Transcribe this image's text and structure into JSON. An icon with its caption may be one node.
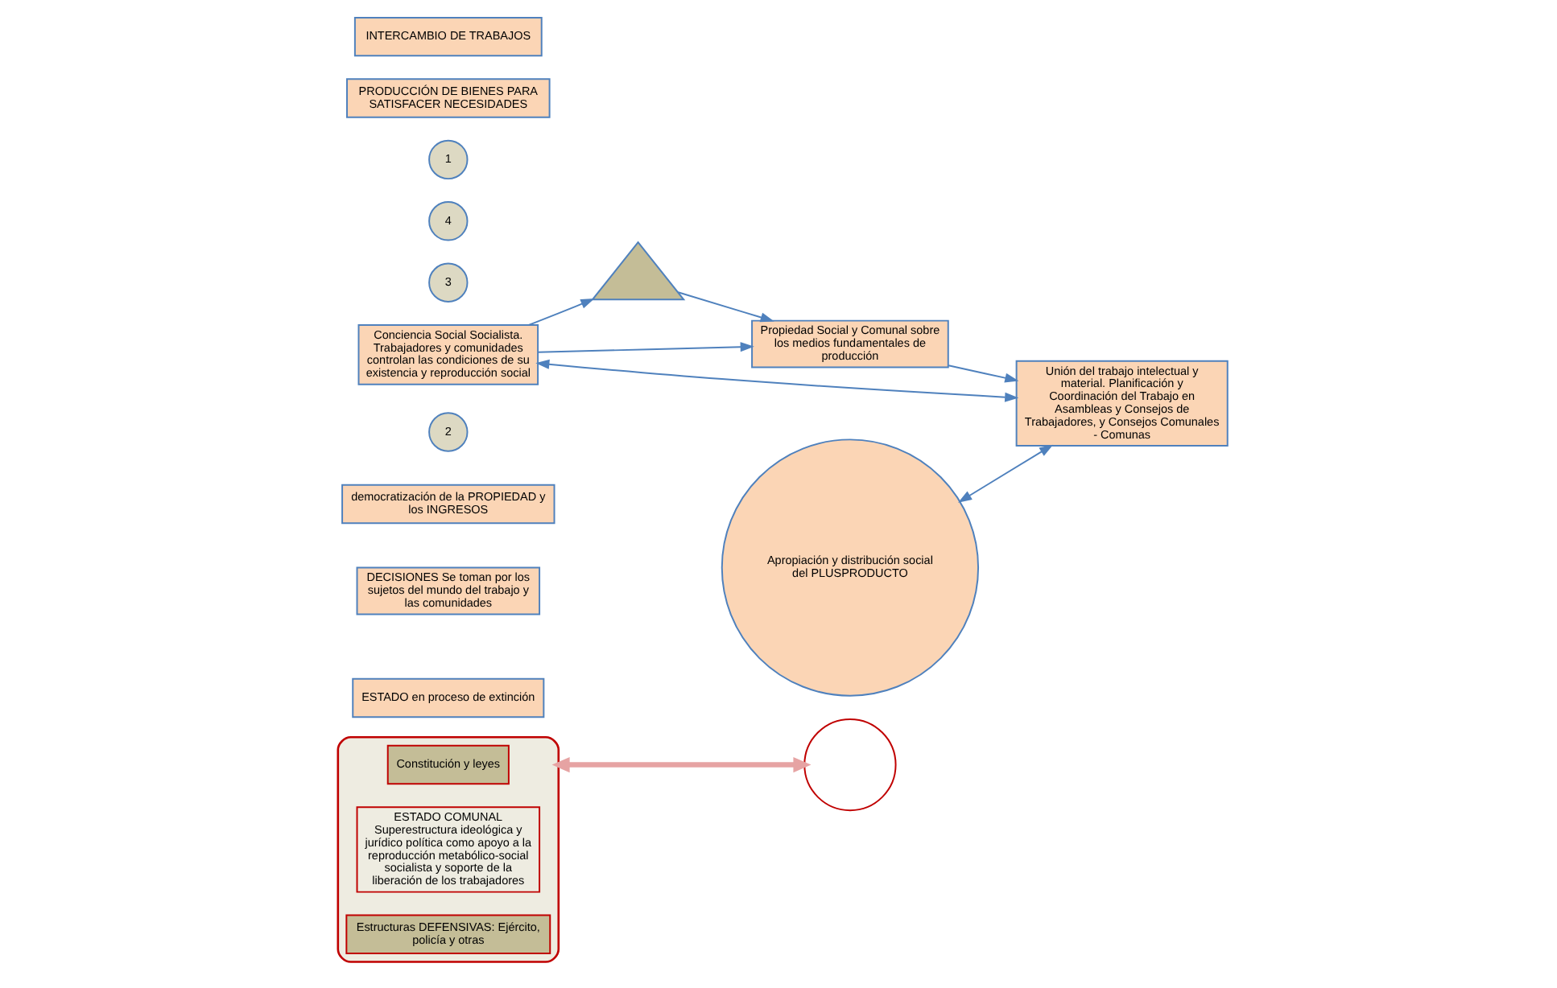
{
  "diagram": {
    "nodes": [
      {
        "text": [],
        "shape": "box"
      },
      {
        "text": [
          "Constitución y leyes"
        ],
        "in": 0
      },
      {
        "text": [
          "ESTADO COMUNAL",
          "Superestructura ideológica y jurídico política como apoyo a la reproducción metabólico-social socialista y soporte de la liberación de los trabajadores"
        ],
        "in": 0
      },
      {
        "text": [
          "Estructuras DEFENSIVAS: Ejército, policía y otras"
        ],
        "in": 0
      },
      {
        "text": [
          "ESTADO en proceso de extinción"
        ]
      },
      {
        "text": [],
        "shape": "circle"
      },
      {
        "text": [
          "DECISIONES Se toman por los sujetos del mundo del trabajo y las comunidades"
        ]
      },
      {
        "text": [
          "democratización de la PROPIEDAD y los INGRESOS"
        ]
      },
      {
        "text": [
          "2"
        ]
      },
      {
        "text": [
          "Conciencia Social Socialista. Trabajadores y comunidades controlan las condiciones de su existencia y reproducción social"
        ]
      },
      {
        "text": [],
        "shape": "triangle"
      },
      {
        "text": [
          "3"
        ]
      },
      {
        "text": [
          "Propiedad Social y Comunal sobre los medios fundamentales de producción"
        ]
      },
      {
        "text": [
          "4"
        ]
      },
      {
        "text": [
          "Apropiación y distribución social del PLUSPRODUCTO"
        ]
      },
      {
        "text": [
          "Unión del trabajo intelectual y material. Planificación y Coordinación del Trabajo en Asambleas y Consejos de Trabajadores, y Consejos Comunales - Comunas"
        ]
      },
      {
        "text": [
          "1"
        ]
      },
      {
        "text": [
          "PRODUCCIÓN DE BIENES PARA SATISFACER NECESIDADES"
        ]
      },
      {
        "text": [
          "INTERCAMBIO DE TRABAJOS"
        ]
      }
    ],
    "edges": [
      {
        "from": 0,
        "to": 5,
        "arrow": "both",
        "style": "thick",
        "color": "#e6a3a3"
      },
      {
        "from": 9,
        "to": 12,
        "arrow": "to"
      },
      {
        "from": 9,
        "to": 10,
        "arrow": "to"
      },
      {
        "from": 10,
        "to": 12,
        "arrow": "to"
      },
      {
        "from": 12,
        "to": 15,
        "arrow": "to"
      },
      {
        "from": 15,
        "to": 9,
        "arrow": "both"
      },
      {
        "from": 14,
        "to": 15,
        "arrow": "both"
      }
    ]
  }
}
